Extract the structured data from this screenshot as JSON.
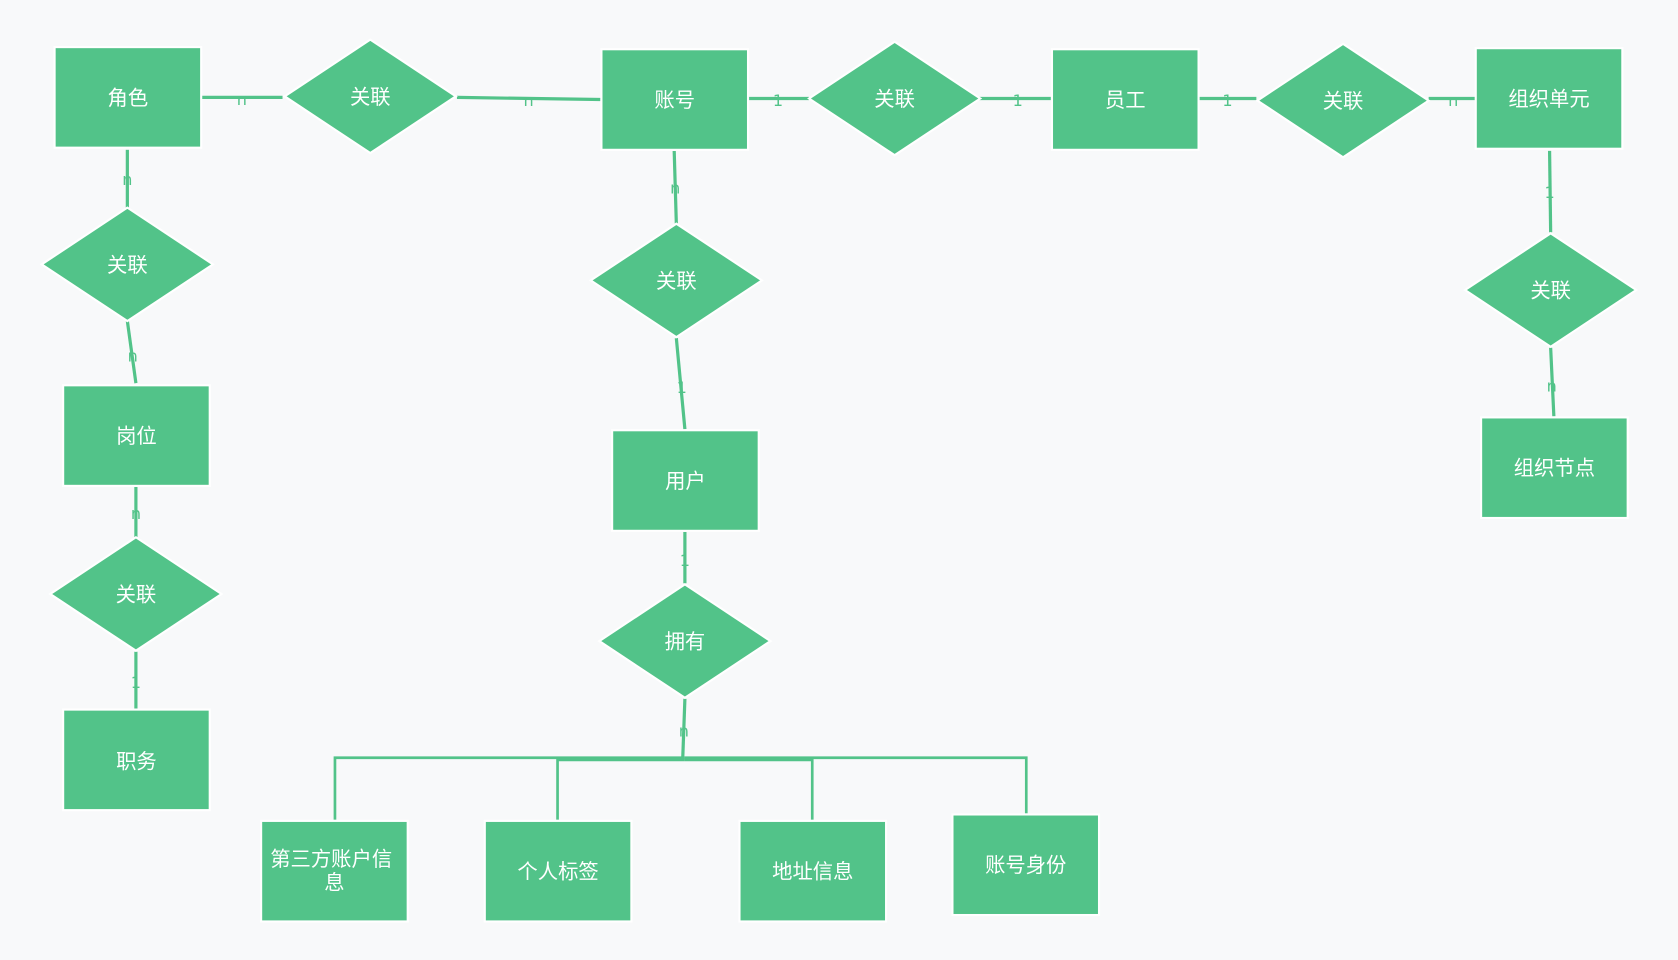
{
  "colors": {
    "background": "#f8f9fa",
    "node_fill": "#52c389",
    "line": "#52c389",
    "node_text": "#ffffff"
  },
  "entities": {
    "role": "角色",
    "account": "账号",
    "employee": "员工",
    "org_unit": "组织单元",
    "post": "岗位",
    "user": "用户",
    "org_node": "组织节点",
    "duty": "职务",
    "third_party": "第三方账户信息",
    "personal_tag": "个人标签",
    "address": "地址信息",
    "account_identity": "账号身份"
  },
  "relations": {
    "role_account": "关联",
    "account_employee": "关联",
    "employee_org": "关联",
    "role_post": "关联",
    "account_user": "关联",
    "org_node": "关联",
    "post_duty": "关联",
    "user_owns": "拥有"
  },
  "cardinalities": {
    "role_rel_left": "n",
    "role_rel_right": "n",
    "account_rel_left": "1",
    "account_rel_right": "1",
    "employee_rel_left": "1",
    "employee_rel_right": "n",
    "role_down_top": "n",
    "role_down_bottom": "n",
    "account_down_top": "n",
    "account_down_bottom": "1",
    "org_down_top": "1",
    "org_down_bottom": "n",
    "post_down": "n",
    "post_down_bottom": "1",
    "user_down": "1",
    "owns_down": "n"
  }
}
